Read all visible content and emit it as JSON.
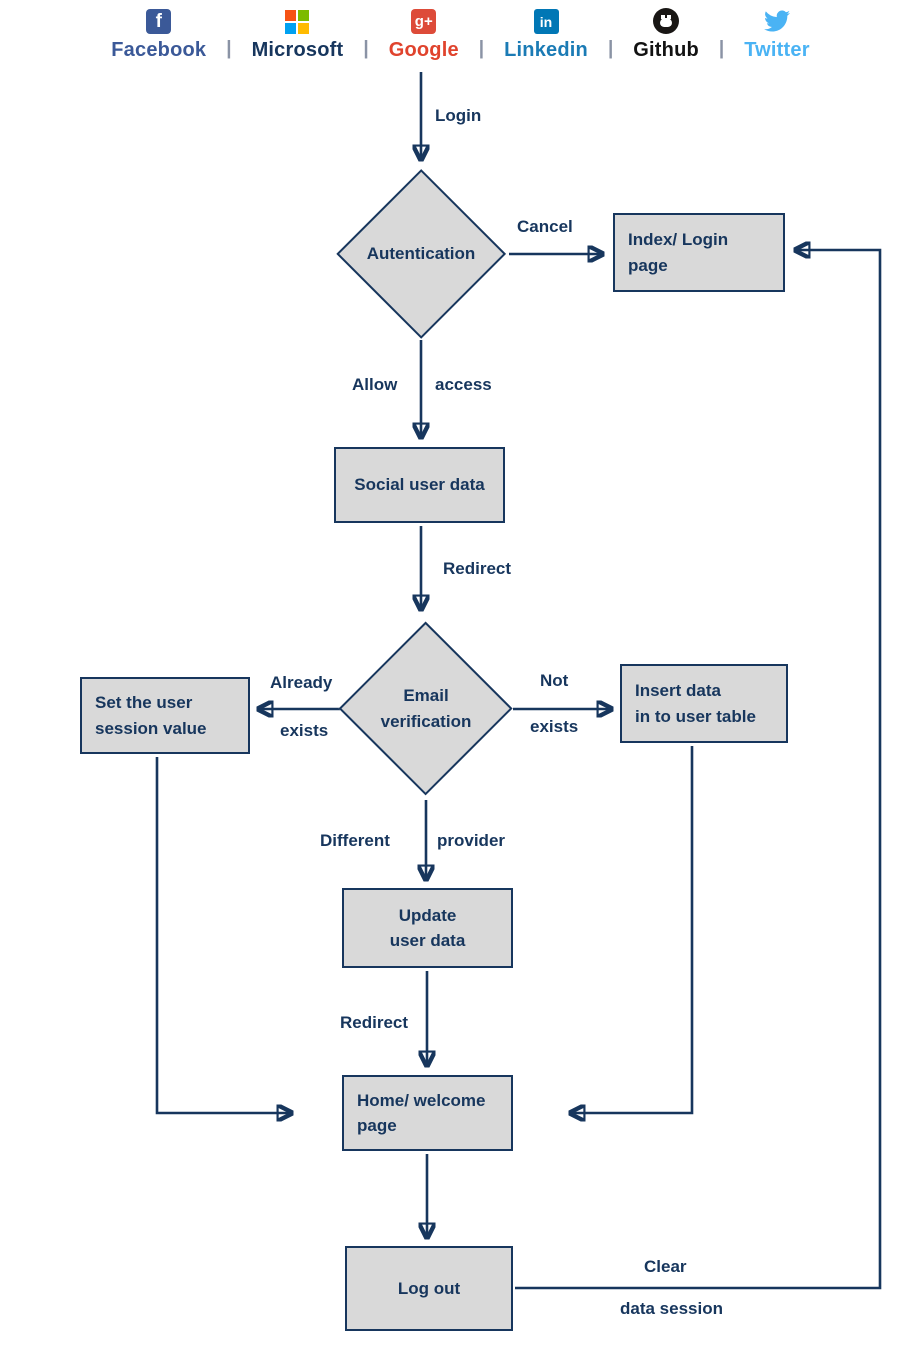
{
  "providers": [
    {
      "name": "Facebook",
      "color": "#3b5998"
    },
    {
      "name": "Microsoft",
      "color": "#17365d"
    },
    {
      "name": "Google",
      "color": "#e0432d"
    },
    {
      "name": "Linkedin",
      "color": "#1b7bb5"
    },
    {
      "name": "Github",
      "color": "#121212"
    },
    {
      "name": "Twitter",
      "color": "#4ab3f4"
    }
  ],
  "divider": "|",
  "nodes": {
    "autentication": "Autentication",
    "index_login": "Index/ Login\npage",
    "social_user_data": "Social user data",
    "email_verification": "Email\nverification",
    "set_user_session": "Set the user\nsession value",
    "insert_user_table": "Insert data\nin to user table",
    "update_user_data": "Update\nuser data",
    "home_welcome": "Home/ welcome\npage",
    "log_out": "Log out"
  },
  "edge_labels": {
    "login": "Login",
    "cancel": "Cancel",
    "allow": "Allow",
    "access": "access",
    "redirect1": "Redirect",
    "already": "Already",
    "exists_left": "exists",
    "not": "Not",
    "exists_right": "exists",
    "different": "Different",
    "provider": "provider",
    "redirect2": "Redirect",
    "clear": "Clear",
    "data_session": "data session"
  },
  "colors": {
    "line": "#17365d",
    "node_fill": "#d9d9d9",
    "node_border": "#17365d"
  }
}
